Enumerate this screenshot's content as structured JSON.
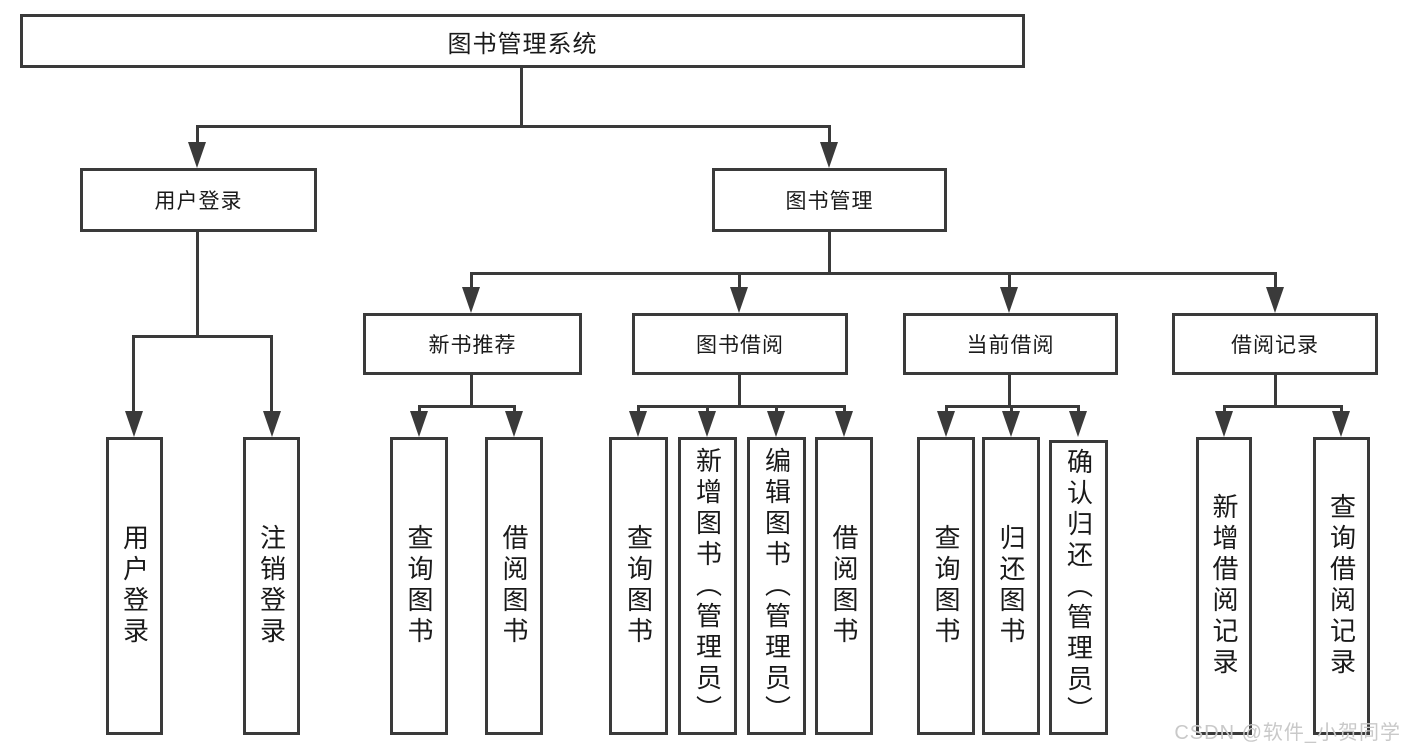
{
  "tree": {
    "label": "图书管理系统",
    "children": [
      {
        "label": "用户登录",
        "children": [
          {
            "label": "用户登录"
          },
          {
            "label": "注销登录"
          }
        ]
      },
      {
        "label": "图书管理",
        "children": [
          {
            "label": "新书推荐",
            "children": [
              {
                "label": "查询图书"
              },
              {
                "label": "借阅图书"
              }
            ]
          },
          {
            "label": "图书借阅",
            "children": [
              {
                "label": "查询图书"
              },
              {
                "label": "新增图书（管理员）"
              },
              {
                "label": "编辑图书（管理员）"
              },
              {
                "label": "借阅图书"
              }
            ]
          },
          {
            "label": "当前借阅",
            "children": [
              {
                "label": "查询图书"
              },
              {
                "label": "归还图书"
              },
              {
                "label": "确认归还（管理员）"
              }
            ]
          },
          {
            "label": "借阅记录",
            "children": [
              {
                "label": "新增借阅记录"
              },
              {
                "label": "查询借阅记录"
              }
            ]
          }
        ]
      }
    ]
  },
  "watermark": {
    "text": "CSDN @软件_小贺同学"
  },
  "colors": {
    "line": "#3a3a3a",
    "text": "#1a1a1a",
    "watermark": "#c9c9c9",
    "background": "#ffffff"
  }
}
